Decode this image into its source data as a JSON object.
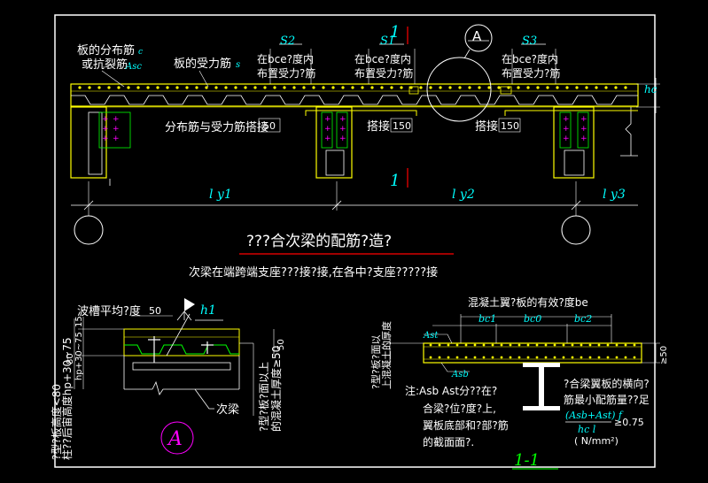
{
  "title": "???合次梁的配筋?造?",
  "subtitle": "次梁在端跨端支座???接?接,在各中?支座?????接",
  "colors": {
    "background": "#000000",
    "frame": "#ffffff",
    "dimension": "#00ffff",
    "concrete": "#ffff00",
    "rebar": "#00ff00",
    "cross": "#ff00ff",
    "accent_red": "#ff0000",
    "steel": "#ffffff"
  },
  "top_view": {
    "dist_rebar_label": [
      "板的分布筋",
      "或抗裂筋"
    ],
    "asc": "Asc",
    "asc_sub": "c",
    "slab_rebar_label": "板的受力筋",
    "as_label": "s",
    "s2": "S2",
    "s1": "S1",
    "s3": "S3",
    "bce_note": [
      "在bce?度内",
      "布置受力?筋"
    ],
    "section_no": "1",
    "detail_A": "A",
    "hc": "hc",
    "splice_note": "分布筋与受力筋搭接",
    "splice": "搭接",
    "dim150": "150",
    "dim150_cut": "50",
    "ly1": "l y1",
    "ly2": "l y2",
    "ly3": "l y3"
  },
  "detail_a": {
    "groove_label": "波槽平均?度",
    "dim50": "50",
    "h1": "h1",
    "dim15": "15",
    "dim30_75": "hp+30~75",
    "dim80": "80",
    "left_note": [
      "柱??后宙高度hp+30~75",
      "?型?板高度<80"
    ],
    "right_note": [
      "?型?板?面以上",
      "的混凝土厚度≥50"
    ],
    "secondary_beam": "次梁",
    "tag": "A"
  },
  "section_11": {
    "flange_label": "混凝土翼?板的有效?度be",
    "bc1": "bc1",
    "bc0": "bc0",
    "bc2": "bc2",
    "ast": "Ast",
    "asb": "Asb",
    "dim50": "≥50",
    "left_vertical": [
      "?型?板?面以",
      "上混凝土的厚度"
    ],
    "note": [
      "注:Asb Ast分??在?",
      "合梁?位?度?上,",
      "翼板底部和?部?筋",
      "的截面面?."
    ],
    "right_note": [
      "?合梁翼板的横向?",
      "筋最小配筋量??足"
    ],
    "formula_num": "(Asb+Ast) f",
    "formula_den": "hc l",
    "formula_rel": "≥0.75",
    "formula_unit": "( N/mm²)",
    "tag": "1-1"
  }
}
